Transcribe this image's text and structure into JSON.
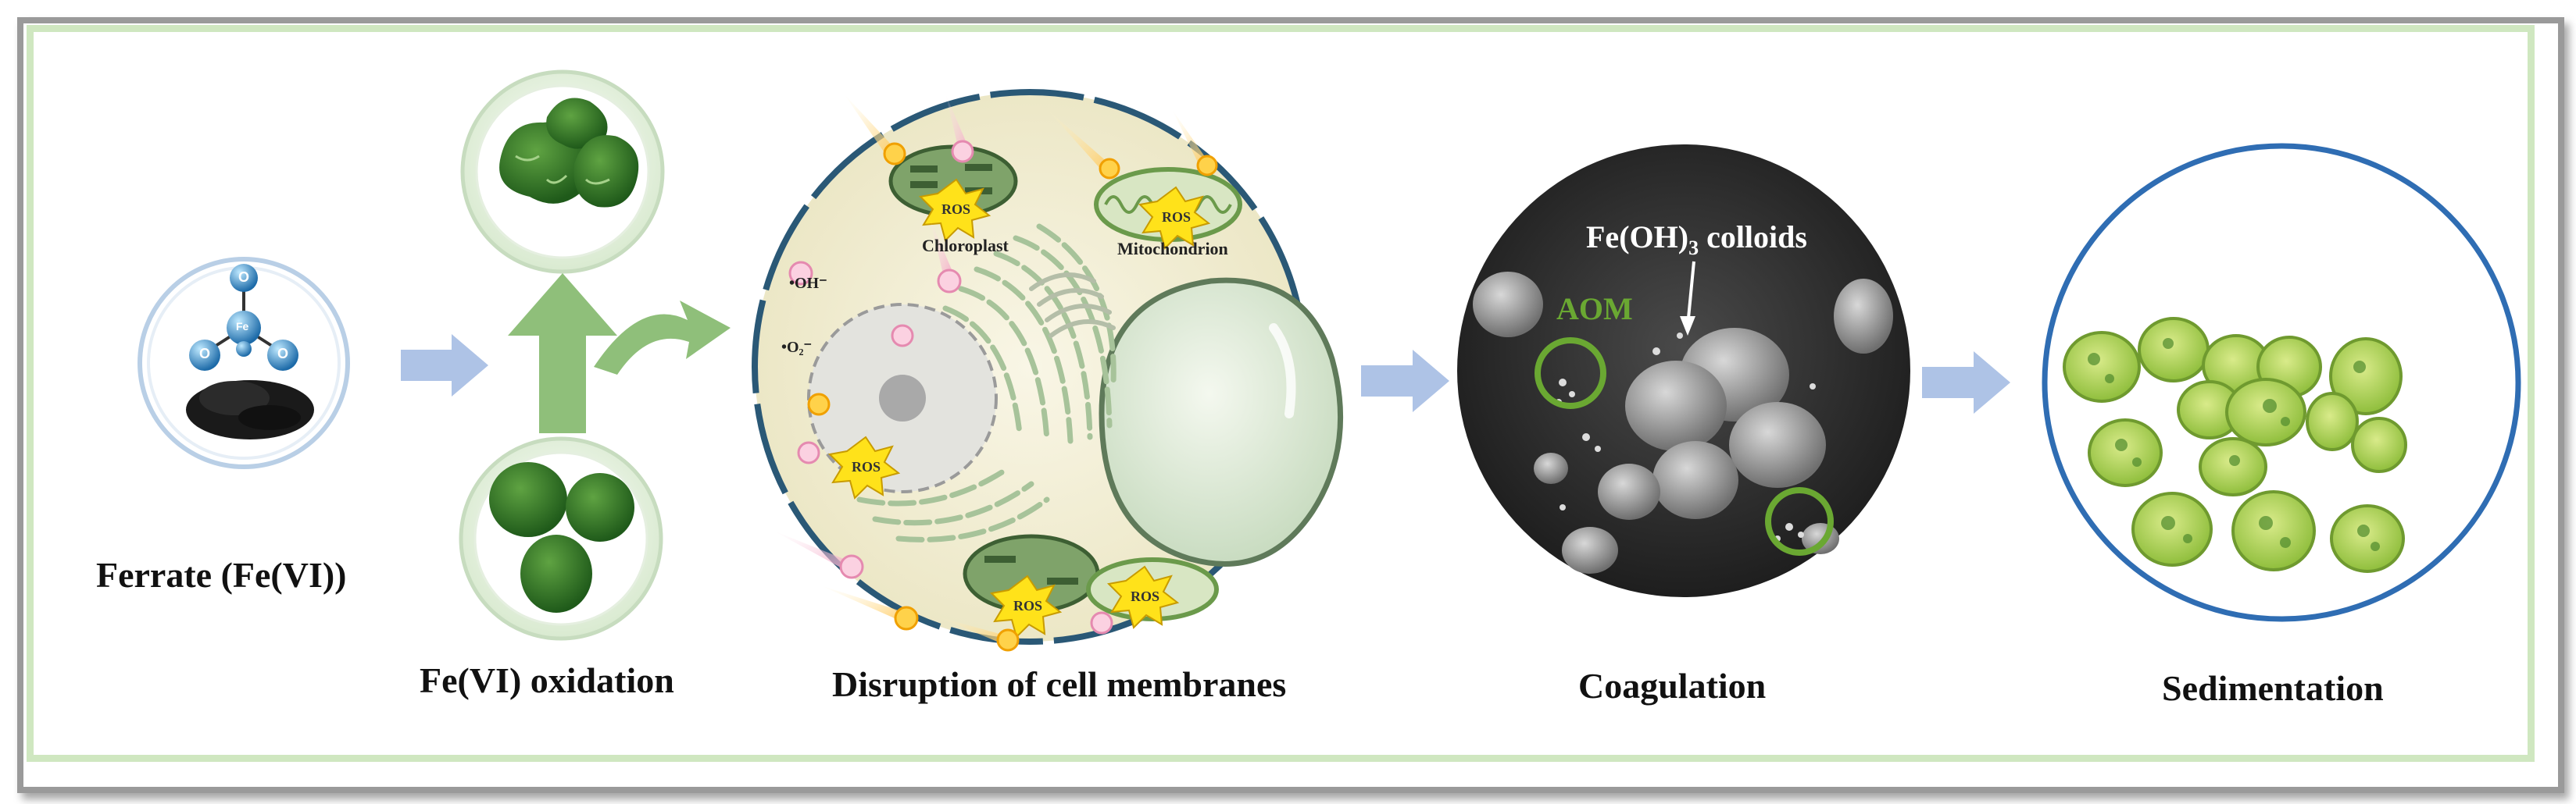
{
  "steps": {
    "ferrate": "Ferrate (Fe(VI))",
    "oxidation": "Fe(VI) oxidation",
    "disruption": "Disruption of cell membranes",
    "coagulation": "Coagulation",
    "sedimentation": "Sedimentation"
  },
  "molecule": {
    "center": "Fe",
    "atom": "O"
  },
  "cell": {
    "chloroplast": "Chloroplast",
    "mitochondrion": "Mitochondrion",
    "ros": "ROS",
    "radical_oh": "•OH⁻",
    "radical_o2": "•O₂⁻"
  },
  "sem": {
    "colloids_prefix": "Fe(OH)",
    "colloids_sub": "3",
    "colloids_suffix": " colloids",
    "aom": "AOM"
  },
  "colors": {
    "arrow": "#aec3e6",
    "green_arrow": "#8fbf7a",
    "frame_gray": "#9a9a9a",
    "frame_green": "#cfe7c0",
    "circle_blue": "#2f6db3",
    "ros_yellow": "#ffe21a",
    "aom_green": "#6aa832"
  }
}
